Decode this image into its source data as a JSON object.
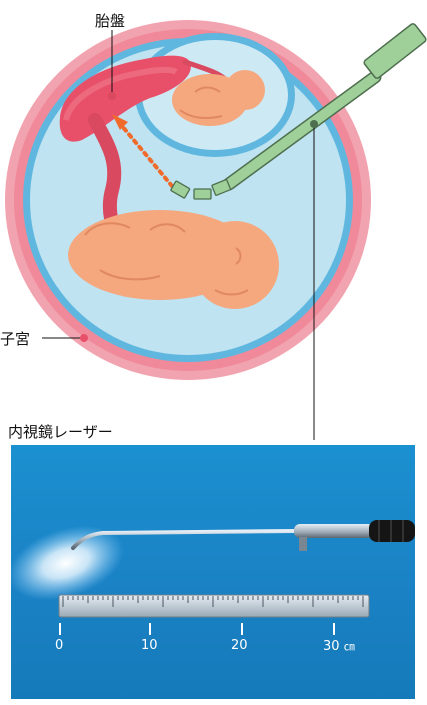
{
  "labels": {
    "placenta": "胎盤",
    "uterus": "子宮",
    "device": "内視鏡レーザー"
  },
  "scale": {
    "ticks": [
      "0",
      "10",
      "20",
      "30"
    ],
    "unit": "㎝"
  },
  "colors": {
    "uterus_outer": "#f08a9a",
    "amniotic_fluid": "#bfe3f0",
    "membrane": "#5fb7df",
    "placenta": "#e8506a",
    "fetus": "#f5a77e",
    "laser_dots": "#f06a2a",
    "endoscope": "#8fc88f",
    "photo_bg": "#1a86c8"
  }
}
